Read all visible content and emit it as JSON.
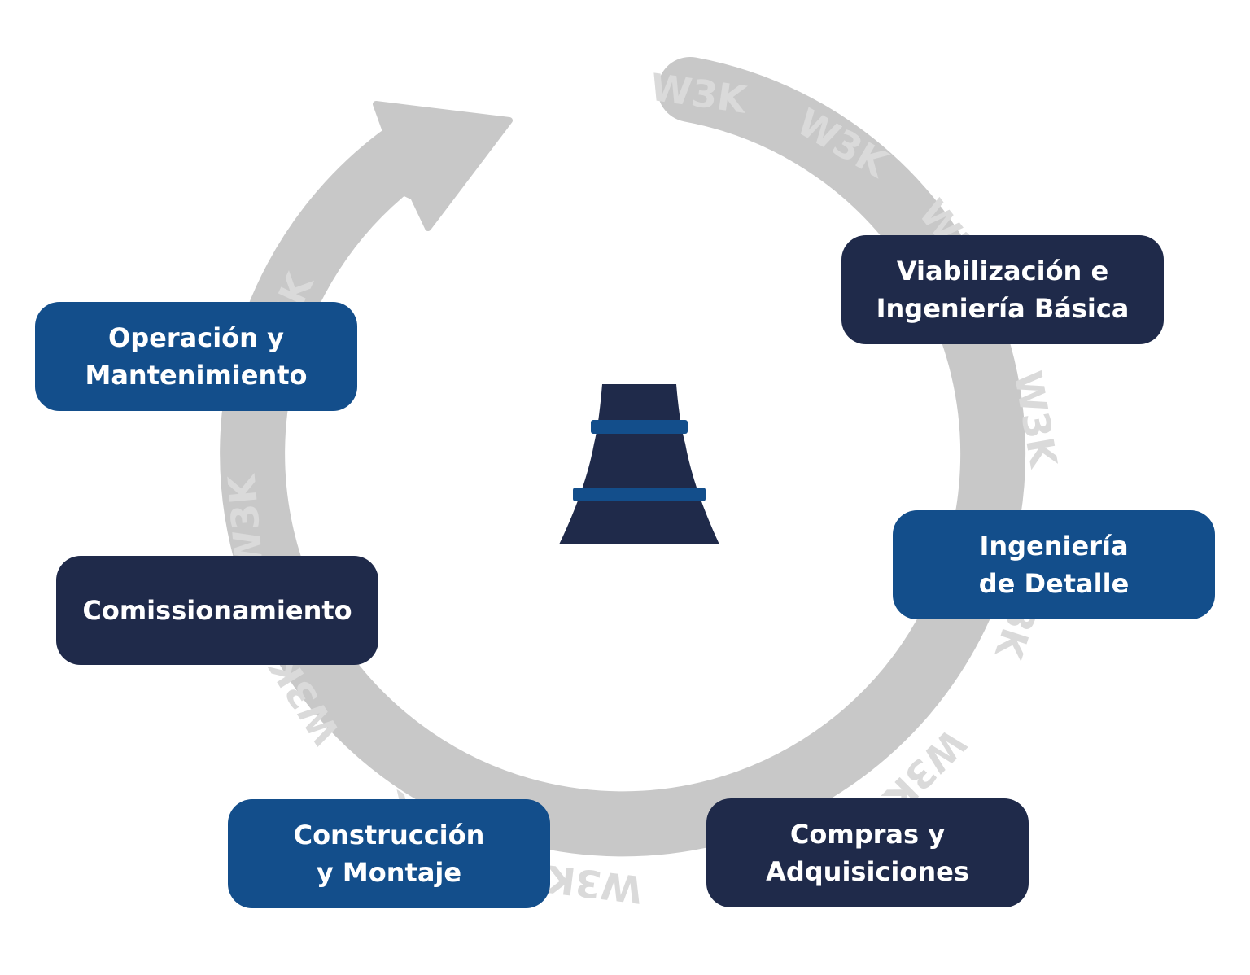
{
  "colors": {
    "dark_navy": "#1f2a4a",
    "royal_blue": "#134e8b",
    "ring_gray": "#c8c8c8",
    "watermark_gray": "#dadada",
    "background": "#ffffff"
  },
  "watermark": "W3K",
  "center_icon": "cooling-tower-icon",
  "stages": [
    {
      "id": "viabilizacion",
      "lines": [
        "Viabilización e",
        "Ingeniería Básica"
      ],
      "color": "dark_navy"
    },
    {
      "id": "ingenieria-detalle",
      "lines": [
        "Ingeniería",
        "de Detalle"
      ],
      "color": "royal_blue"
    },
    {
      "id": "compras",
      "lines": [
        "Compras y",
        "Adquisiciones"
      ],
      "color": "dark_navy"
    },
    {
      "id": "construccion",
      "lines": [
        "Construcción",
        "y Montaje"
      ],
      "color": "royal_blue"
    },
    {
      "id": "comissionamiento",
      "lines": [
        "Comissionamiento"
      ],
      "color": "dark_navy"
    },
    {
      "id": "operacion",
      "lines": [
        "Operación y",
        "Mantenimiento"
      ],
      "color": "royal_blue"
    }
  ]
}
